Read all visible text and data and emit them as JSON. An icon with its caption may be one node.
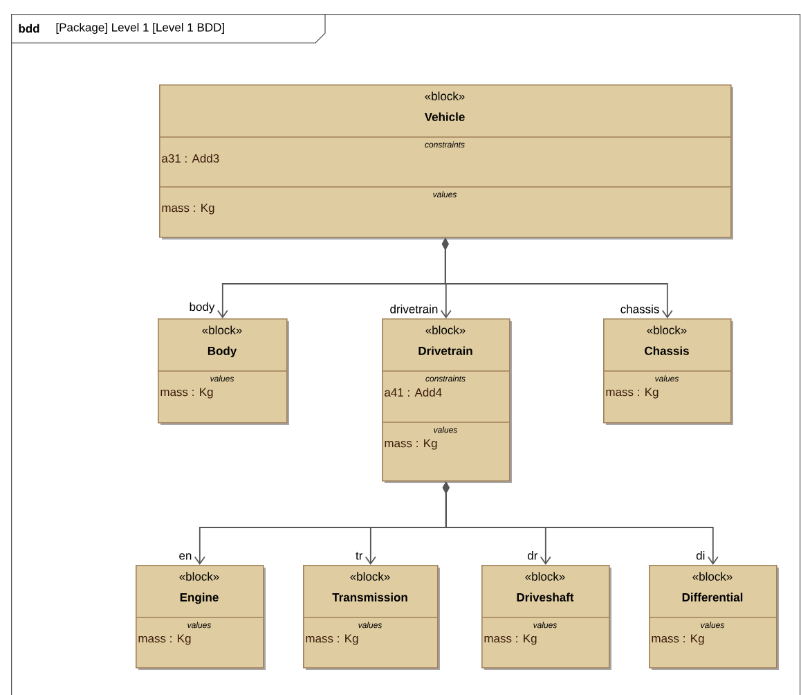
{
  "diagram": {
    "nodes": [
      {
        "text": [
          "bdd",
          "[Package] Level 1 [Level 1 BDD]"
        ]
      },
      {
        "text": [
          "«block»",
          "Vehicle",
          "constraints",
          "a31 : Add3",
          "values",
          "mass : Kg"
        ],
        "in": 0
      },
      {
        "text": [
          "«block»",
          "Body",
          "values",
          "mass : Kg"
        ],
        "in": 0
      },
      {
        "text": [
          "«block»",
          "Drivetrain",
          "constraints",
          "a41 : Add4",
          "values",
          "mass : Kg"
        ],
        "in": 0
      },
      {
        "text": [
          "«block»",
          "Chassis",
          "values",
          "mass : Kg"
        ],
        "in": 0
      },
      {
        "text": [
          "«block»",
          "Engine",
          "values",
          "mass : Kg"
        ],
        "in": 0
      },
      {
        "text": [
          "«block»",
          "Transmission",
          "values",
          "mass : Kg"
        ],
        "in": 0
      },
      {
        "text": [
          "«block»",
          "Driveshaft",
          "values",
          "mass : Kg"
        ],
        "in": 0
      },
      {
        "text": [
          "«block»",
          "Differential",
          "values",
          "mass : Kg"
        ],
        "in": 0
      }
    ],
    "edges": [
      {
        "from": 1,
        "to": 2,
        "arrow": "to",
        "label": "body"
      },
      {
        "from": 1,
        "to": 3,
        "arrow": "to",
        "label": "drivetrain"
      },
      {
        "from": 1,
        "to": 4,
        "arrow": "to",
        "label": "chassis"
      },
      {
        "from": 3,
        "to": 5,
        "arrow": "to",
        "label": "en"
      },
      {
        "from": 3,
        "to": 6,
        "arrow": "to",
        "label": "tr"
      },
      {
        "from": 3,
        "to": 7,
        "arrow": "to",
        "label": "dr"
      },
      {
        "from": 3,
        "to": 8,
        "arrow": "to",
        "label": "di"
      }
    ]
  }
}
